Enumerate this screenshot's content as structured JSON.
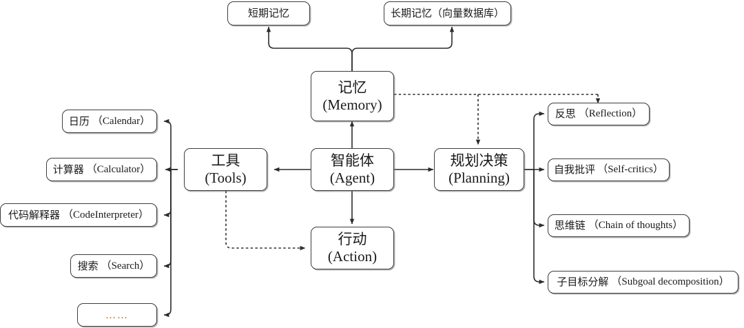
{
  "diagram": {
    "type": "agent-architecture-diagram",
    "title": "",
    "style": {
      "background": "#ffffff",
      "node_border": "#3c3c3c",
      "node_fill": "#ffffff",
      "line": "#2b2b2b",
      "ellipsis_color": "#d07a14"
    },
    "core_nodes": [
      {
        "id": "agent",
        "cn": "智能体",
        "en": "(Agent)"
      },
      {
        "id": "memory",
        "cn": "记忆",
        "en": "(Memory)"
      },
      {
        "id": "tools",
        "cn": "工具",
        "en": "(Tools)"
      },
      {
        "id": "planning",
        "cn": "规划决策",
        "en": "(Planning)"
      },
      {
        "id": "action",
        "cn": "行动",
        "en": "(Action)"
      }
    ],
    "memory_children": [
      {
        "id": "short-term-memory",
        "label": "短期记忆"
      },
      {
        "id": "long-term-memory",
        "label": "长期记忆（向量数据库）"
      }
    ],
    "tool_children": [
      {
        "id": "calendar",
        "cn": "日历",
        "en": "（Calendar）"
      },
      {
        "id": "calculator",
        "cn": "计算器",
        "en": "（Calculator）"
      },
      {
        "id": "code-interpreter",
        "cn": "代码解释器",
        "en": "（CodeInterpreter）"
      },
      {
        "id": "search",
        "cn": "搜索",
        "en": "（Search）"
      },
      {
        "id": "more",
        "cn": "……",
        "en": ""
      }
    ],
    "planning_children": [
      {
        "id": "reflection",
        "cn": "反思",
        "en": "（Reflection）"
      },
      {
        "id": "self-critics",
        "cn": "自我批评",
        "en": "（Self-critics）"
      },
      {
        "id": "chain-of-thoughts",
        "cn": "思维链",
        "en": "（Chain of thoughts）"
      },
      {
        "id": "subgoal-decomposition",
        "cn": "子目标分解",
        "en": "（Subgoal decomposition）"
      }
    ],
    "edges": [
      {
        "from": "agent",
        "to": "memory",
        "style": "solid",
        "direction": "up"
      },
      {
        "from": "agent",
        "to": "tools",
        "style": "solid",
        "direction": "left"
      },
      {
        "from": "agent",
        "to": "planning",
        "style": "solid",
        "direction": "right"
      },
      {
        "from": "agent",
        "to": "action",
        "style": "solid",
        "direction": "down"
      },
      {
        "from": "memory",
        "to": "short-term-memory",
        "style": "solid",
        "direction": "up"
      },
      {
        "from": "memory",
        "to": "long-term-memory",
        "style": "solid",
        "direction": "up"
      },
      {
        "from": "memory",
        "to": "planning",
        "style": "dotted",
        "direction": "down"
      },
      {
        "from": "memory",
        "to": "reflection",
        "style": "dotted",
        "direction": "down"
      },
      {
        "from": "tools",
        "to": "action",
        "style": "dotted",
        "direction": "right"
      },
      {
        "from": "tools",
        "to": "calendar",
        "style": "solid",
        "direction": "left"
      },
      {
        "from": "tools",
        "to": "calculator",
        "style": "solid",
        "direction": "left"
      },
      {
        "from": "tools",
        "to": "code-interpreter",
        "style": "solid",
        "direction": "left"
      },
      {
        "from": "tools",
        "to": "search",
        "style": "solid",
        "direction": "left"
      },
      {
        "from": "tools",
        "to": "more",
        "style": "solid",
        "direction": "left"
      },
      {
        "from": "planning",
        "to": "reflection",
        "style": "solid",
        "direction": "right"
      },
      {
        "from": "planning",
        "to": "self-critics",
        "style": "solid",
        "direction": "right"
      },
      {
        "from": "planning",
        "to": "chain-of-thoughts",
        "style": "solid",
        "direction": "right"
      },
      {
        "from": "planning",
        "to": "subgoal-decomposition",
        "style": "solid",
        "direction": "right"
      }
    ]
  }
}
